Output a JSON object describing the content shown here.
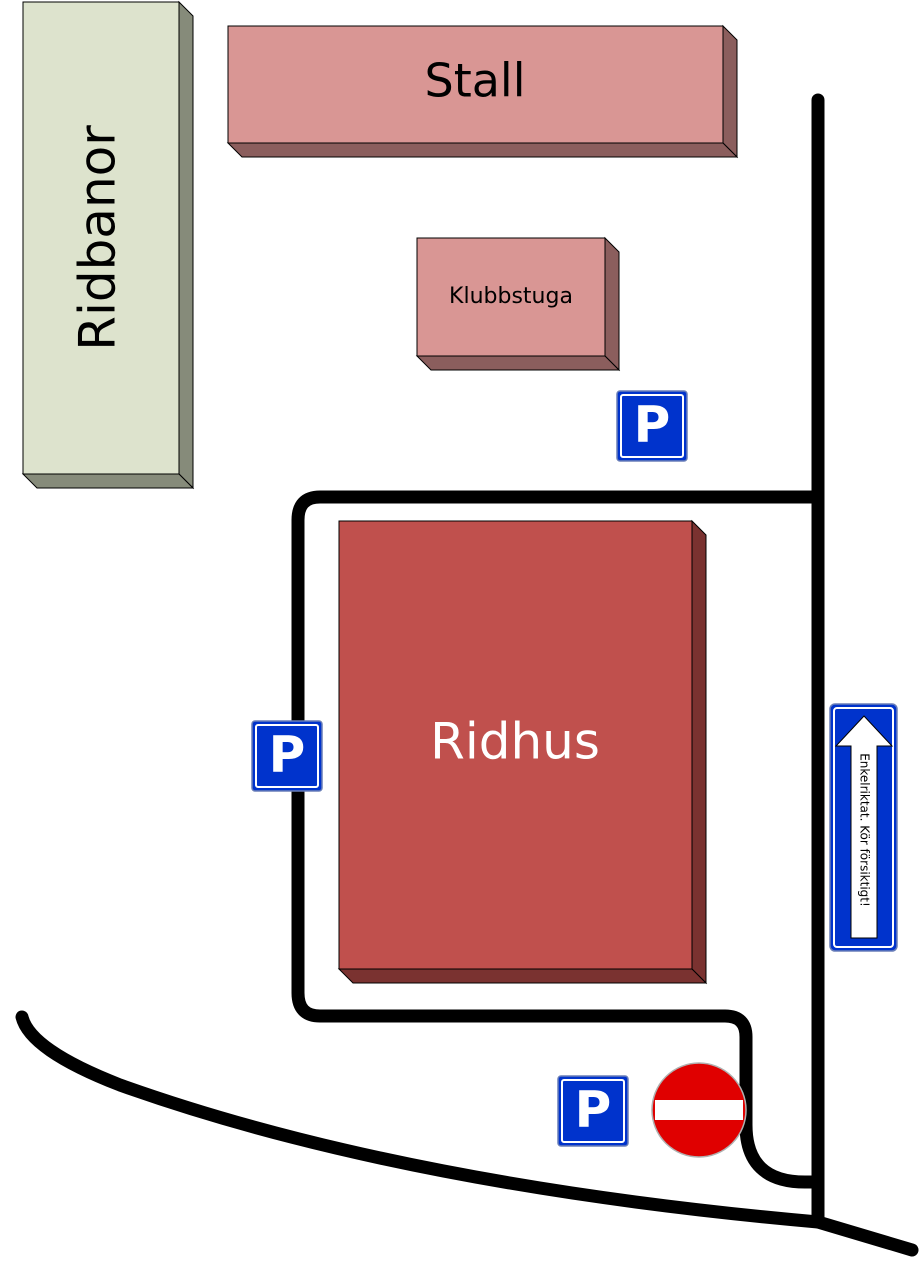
{
  "buildings": {
    "ridbanor": {
      "label": "Ridbanor",
      "color": "#dde3cd",
      "side_color": "#868b7a"
    },
    "stall": {
      "label": "Stall",
      "color": "#d99694",
      "side_color": "#8b5e5d"
    },
    "klubbstuga": {
      "label": "Klubbstuga",
      "color": "#d99694",
      "side_color": "#8b5e5d"
    },
    "ridhus": {
      "label": "Ridhus",
      "color": "#c0504d",
      "side_color": "#7a3230"
    }
  },
  "signs": {
    "parking": {
      "symbol": "P",
      "color": "#0033cc",
      "icon": "parking-sign-icon"
    },
    "one_way": {
      "text": "Enkelriktat. Kör försiktigt!",
      "color": "#0033cc",
      "icon": "one-way-arrow-icon"
    },
    "no_entry": {
      "color": "#e00000",
      "icon": "no-entry-icon"
    }
  },
  "roads": {
    "color": "#000000"
  }
}
